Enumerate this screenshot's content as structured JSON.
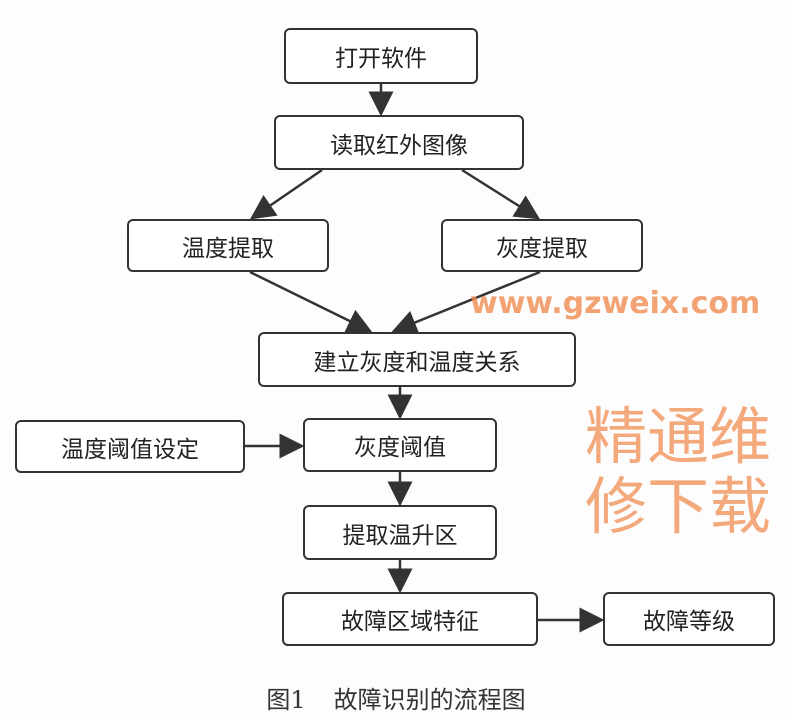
{
  "nodes": {
    "open_software": "打开软件",
    "read_ir_image": "读取红外图像",
    "temp_extract": "温度提取",
    "gray_extract": "灰度提取",
    "build_relation": "建立灰度和温度关系",
    "temp_threshold_set": "温度阈值设定",
    "gray_threshold": "灰度阈值",
    "extract_rise_area": "提取温升区",
    "fault_area_feature": "故障区域特征",
    "fault_level": "故障等级"
  },
  "caption": {
    "label": "图1",
    "title": "故障识别的流程图"
  },
  "watermark": {
    "cn": "精通维修下载",
    "url": "www.gzweix.com"
  }
}
